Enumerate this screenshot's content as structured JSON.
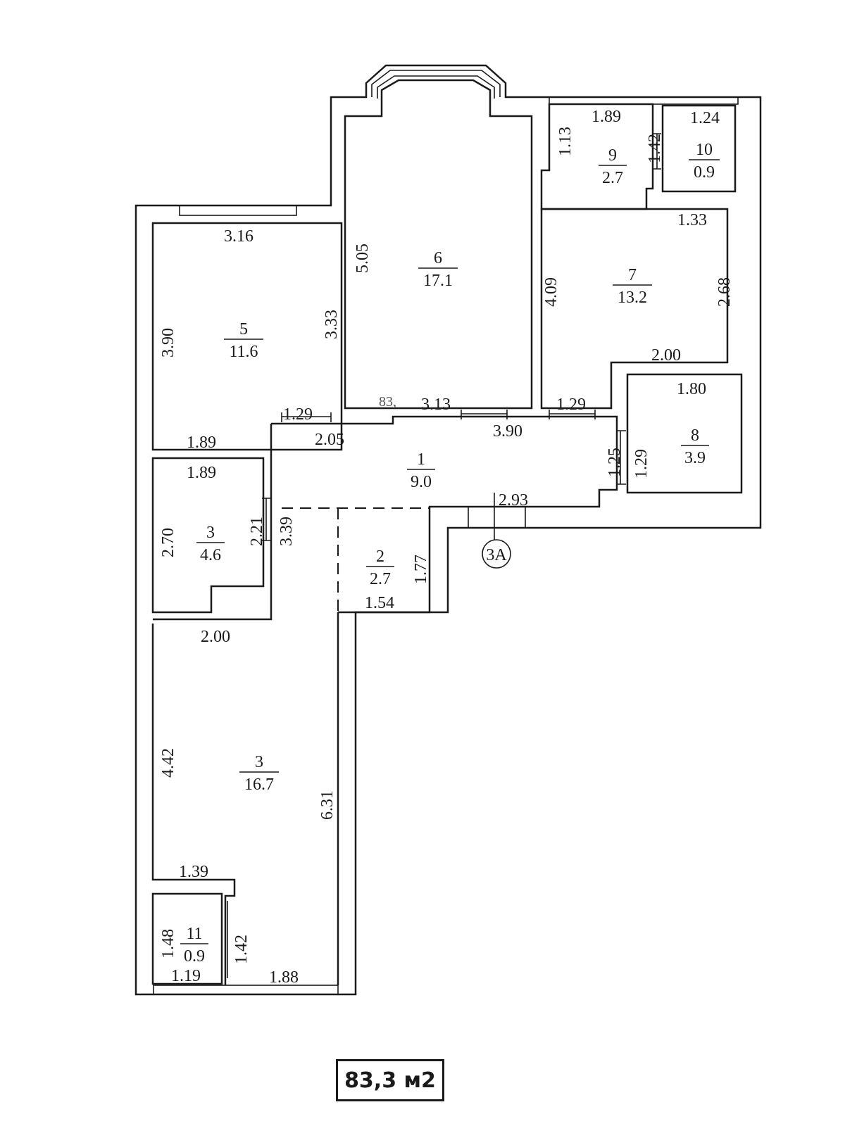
{
  "total_area": "83,3 м2",
  "stray_label": "83,",
  "marker": "3A",
  "rooms": [
    {
      "no": "1",
      "area": "9.0"
    },
    {
      "no": "2",
      "area": "2.7"
    },
    {
      "no": "3",
      "area": "4.6"
    },
    {
      "no": "3",
      "area": "16.7"
    },
    {
      "no": "5",
      "area": "11.6"
    },
    {
      "no": "6",
      "area": "17.1"
    },
    {
      "no": "7",
      "area": "13.2"
    },
    {
      "no": "8",
      "area": "3.9"
    },
    {
      "no": "9",
      "area": "2.7"
    },
    {
      "no": "10",
      "area": "0.9"
    },
    {
      "no": "11",
      "area": "0.9"
    }
  ],
  "dimensions": [
    "3.16",
    "3.90",
    "3.33",
    "1.89",
    "1.29",
    "5.05",
    "3.13",
    "1.89",
    "1.13",
    "1.42",
    "1.24",
    "1.33",
    "4.09",
    "2.68",
    "2.00",
    "1.29",
    "1.80",
    "1.25",
    "1.29",
    "2.05",
    "3.90",
    "2.93",
    "1.89",
    "2.70",
    "2.21",
    "3.39",
    "1.77",
    "1.54",
    "2.00",
    "4.42",
    "6.31",
    "1.39",
    "1.48",
    "1.42",
    "1.19",
    "1.88"
  ]
}
